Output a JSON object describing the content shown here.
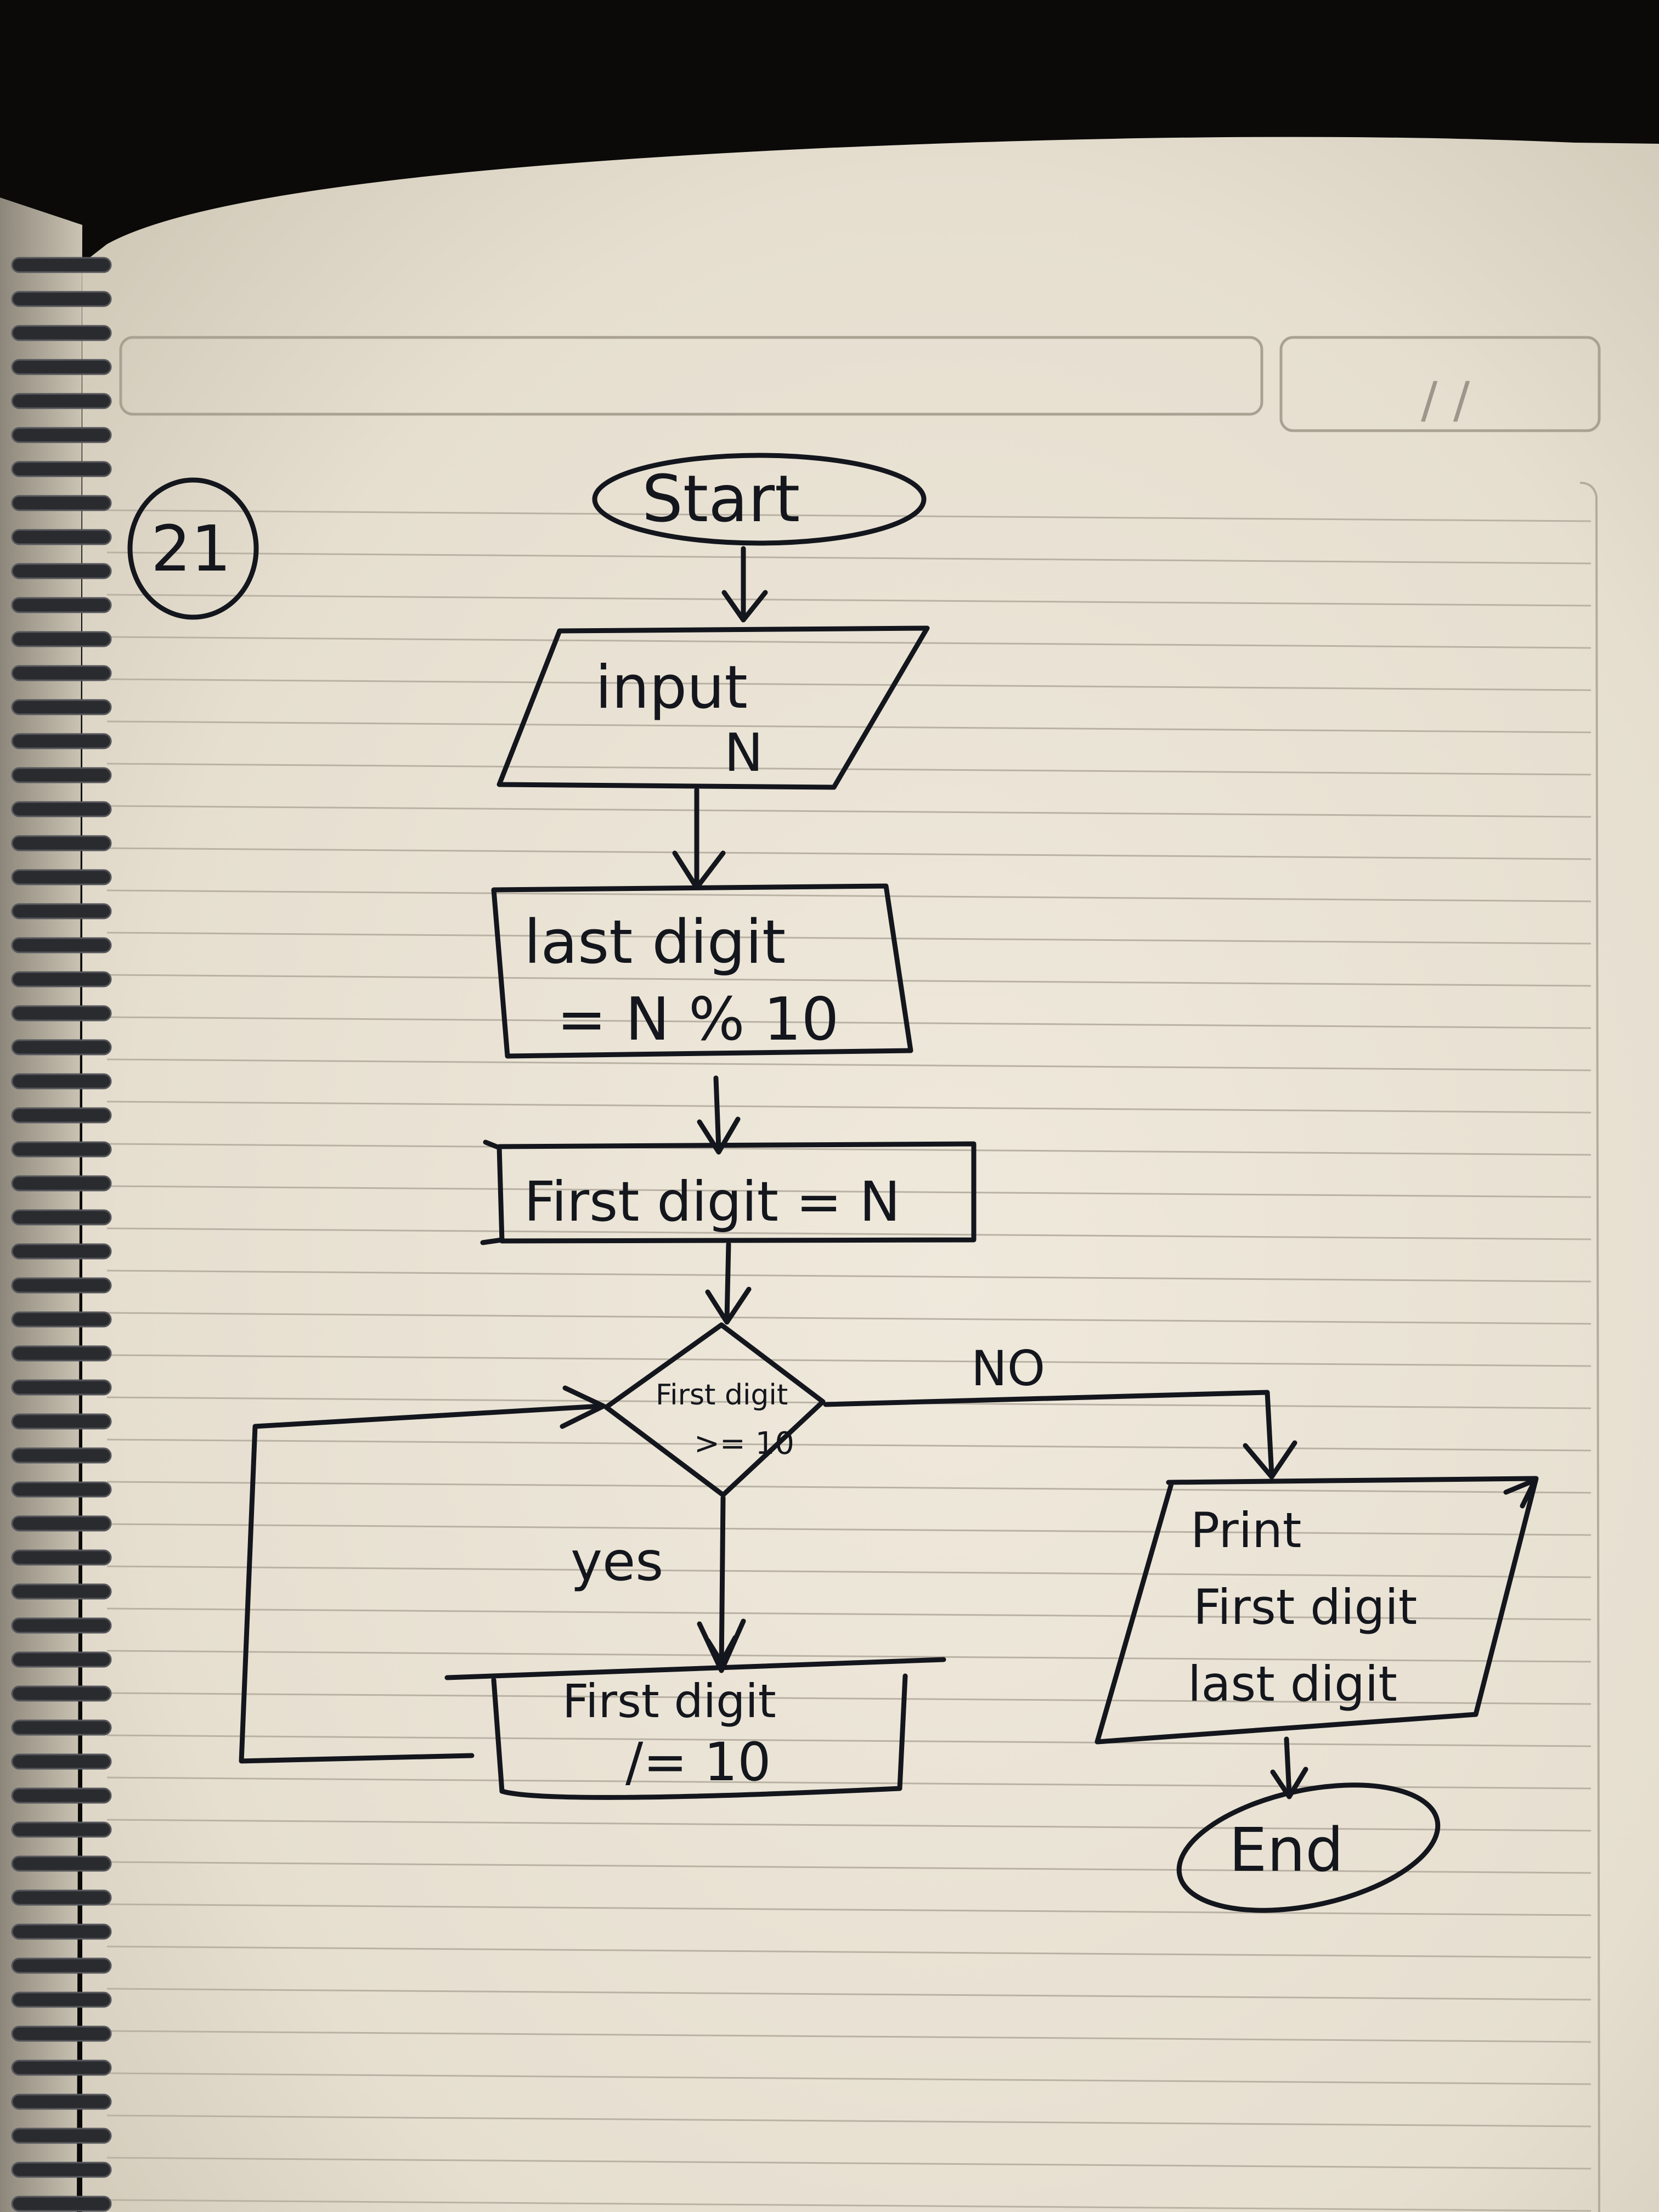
{
  "page_number": "21",
  "header_date": "/ /",
  "flowchart": {
    "start": "Start",
    "input": [
      "input",
      "N"
    ],
    "last_digit": [
      "last digit",
      "= N % 10"
    ],
    "first_digit": "First digit = N",
    "decision": [
      "First digit",
      ">= 10"
    ],
    "yes_label": "yes",
    "no_label": "NO",
    "loop_step": [
      "First digit",
      "/= 10"
    ],
    "output": [
      "Print",
      "First digit",
      "last digit"
    ],
    "end": "End"
  },
  "colors": {
    "paper": "#ece6d8",
    "ink": "#14161d",
    "rule_line": "#b7b0a2",
    "background": "#0b0a09"
  }
}
